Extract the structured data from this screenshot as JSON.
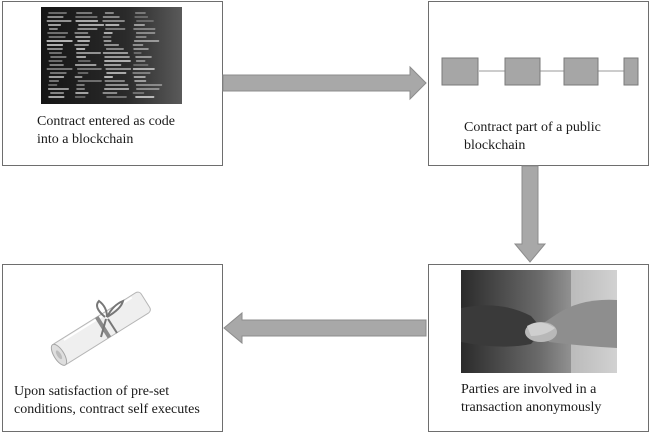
{
  "steps": [
    {
      "label": "Contract entered as code\ninto a blockchain"
    },
    {
      "label": "Contract part of a public\nblockchain"
    },
    {
      "label": "Parties are involved in a\ntransaction anonymously"
    },
    {
      "label": "Upon satisfaction of pre-set\nconditions, contract self executes"
    }
  ],
  "colors": {
    "arrow": "#a8a8a8",
    "arrow_stroke": "#8c8c8c",
    "block": "#a6a6a6",
    "border": "#6e6e6e"
  },
  "icons": [
    "code-screen-image",
    "blockchain-chain-icon",
    "handshake-image",
    "rolled-contract-scroll-icon"
  ]
}
